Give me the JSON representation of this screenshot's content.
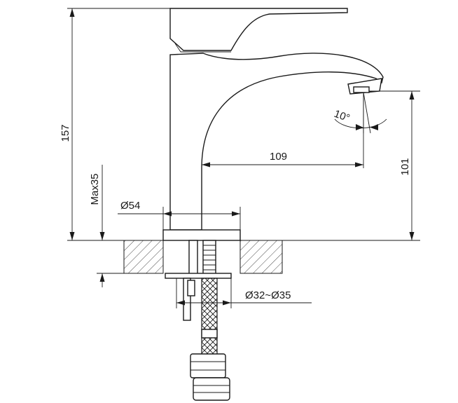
{
  "dimensions": {
    "total_height": "157",
    "max_thickness": "Max35",
    "base_diameter": "Ø54",
    "spout_reach": "109",
    "spout_height": "101",
    "spout_angle": "10°",
    "hole_diameter": "Ø32~Ø35"
  }
}
